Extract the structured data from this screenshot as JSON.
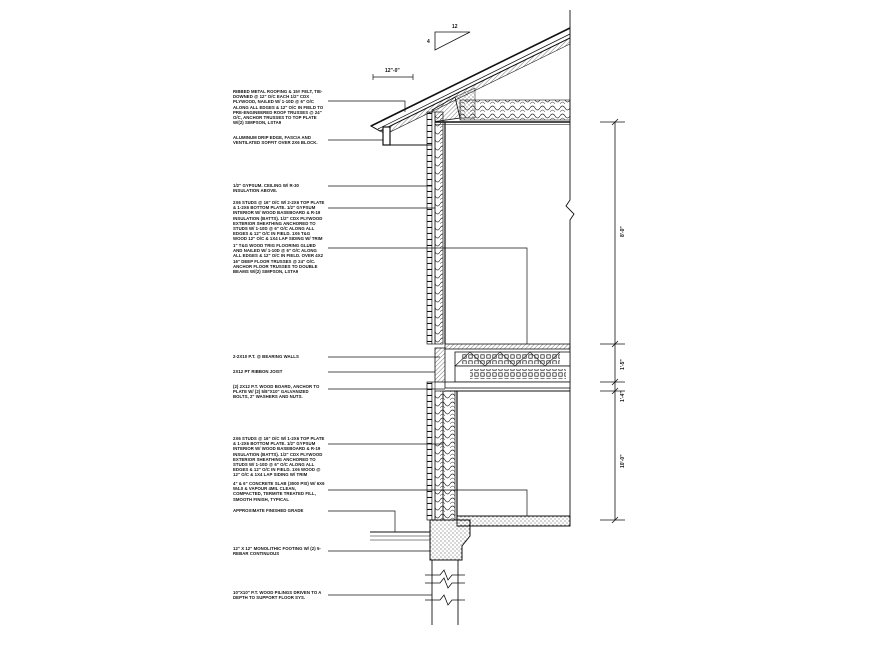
{
  "notes": {
    "roofing": "RIBBED METAL ROOFING & 15# FELT, TIE-DOWNED @ 12\" O/C EACH 1/2\" CDX PLYWOOD, NAILED W/ 1-10D @ 6\" O/C ALONG ALL EDGES & 12\" O/C IN FIELD TO PRE-ENGINEERED ROOF TRUSSES @ 24\" O/C, ANCHOR TRUSSES TO TOP PLATE W/(2) SIMPSON, LSTA9",
    "drip_edge": "ALUMINUM DRIP EDGE, FASCIA AND VENTILATED SOFFIT OVER 2X6 BLOCK.",
    "ceiling": "1/2\" GYPSUM. CEILING W/ R-30 INSULATION ABOVE.",
    "upper_wall": "2X6 STUDS @ 16\" O/C W/ 2-2X6 TOP PLATE & 1-2X6 BOTTOM PLATE. 1/2\" GYPSUM INTERIOR W/ WOOD BASEBOARD & R-19 INSULATION (BATTS). 1/2\" CDX PLYWOOD EXTERIOR SHEATHING ANCHORED TO STUDS W/ 1-10D @ 6\" O/C ALONG ALL EDGES & 12\" O/C IN FIELD. 1X6 T&G WOOD 12\" O/C & 1X4 LAP SIDING W/ TRIM",
    "floor": "1\" T&G WOOD TRIG FLOORING GLUED AND NAILED W/ 1-10D @ 6\" O/C ALONG ALL EDGES & 12\" O/C IN FIELD. OVER 4X2 16\" DEEP FLOOR TRUSSES @ 24\" O/C. ANCHOR FLOOR TRUSSES TO DOUBLE BEAMS W/(2) SIMPSON, LSTA9",
    "bearing_walls": "2-2X10 P.T. @ BEARING WALLS",
    "rim_joist": "2X12 PT RIBBON JOIST",
    "sill_plate": "(2) 2X12 P.T. WOOD BOARD, ANCHOR TO PLATE W/ (2) 5/8\"X10\" GALVANIZED BOLTS, 2\" WASHERS AND NUTS.",
    "lower_wall": "2X6 STUDS @ 16\" O/C W/ 1-2X6 TOP PLATE & 1-2X6 BOTTOM PLATE. 1/2\" GYPSUM INTERIOR W/ WOOD BASEBOARD & R-19 INSULATION (BATTS). 1/2\" CDX PLYWOOD EXTERIOR SHEATHING ANCHORED TO STUDS W/ 1-10D @ 6\" O/C ALONG ALL EDGES & 12\" O/C IN FIELD. 1X6 WOOD @ 12\" O/C & 1X4 LAP SIDING W/ TRIM",
    "slab": "4\" & 6\" CONCRETE SLAB (3000 PSI) W/ 6X6 W4.0 & VAPOUR 4MIL CLEAN, COMPACTED, TERMITE TREATED FILL, SMOOTH FINISH, TYPICAL",
    "grade": "APPROXIMATE FINISHED GRADE",
    "footing": "12\" X 12\" MONOLITHIC FOOTING W/ (2) 5-REBAR CONTINUOUS",
    "piles": "10\"X10\" P.T. WOOD PILINGS DRIVEN TO A DEPTH TO SUPPORT FLOOR SYS."
  },
  "dims": {
    "roof_pitch_rise": "4",
    "roof_pitch_run": "12",
    "overhang": "12\"-0\"",
    "upper_story_height": "8'-0\"",
    "floor_depth": "1'-5\"",
    "beam_depth": "1'-4\"",
    "lower_story_height": "10'-0\""
  }
}
